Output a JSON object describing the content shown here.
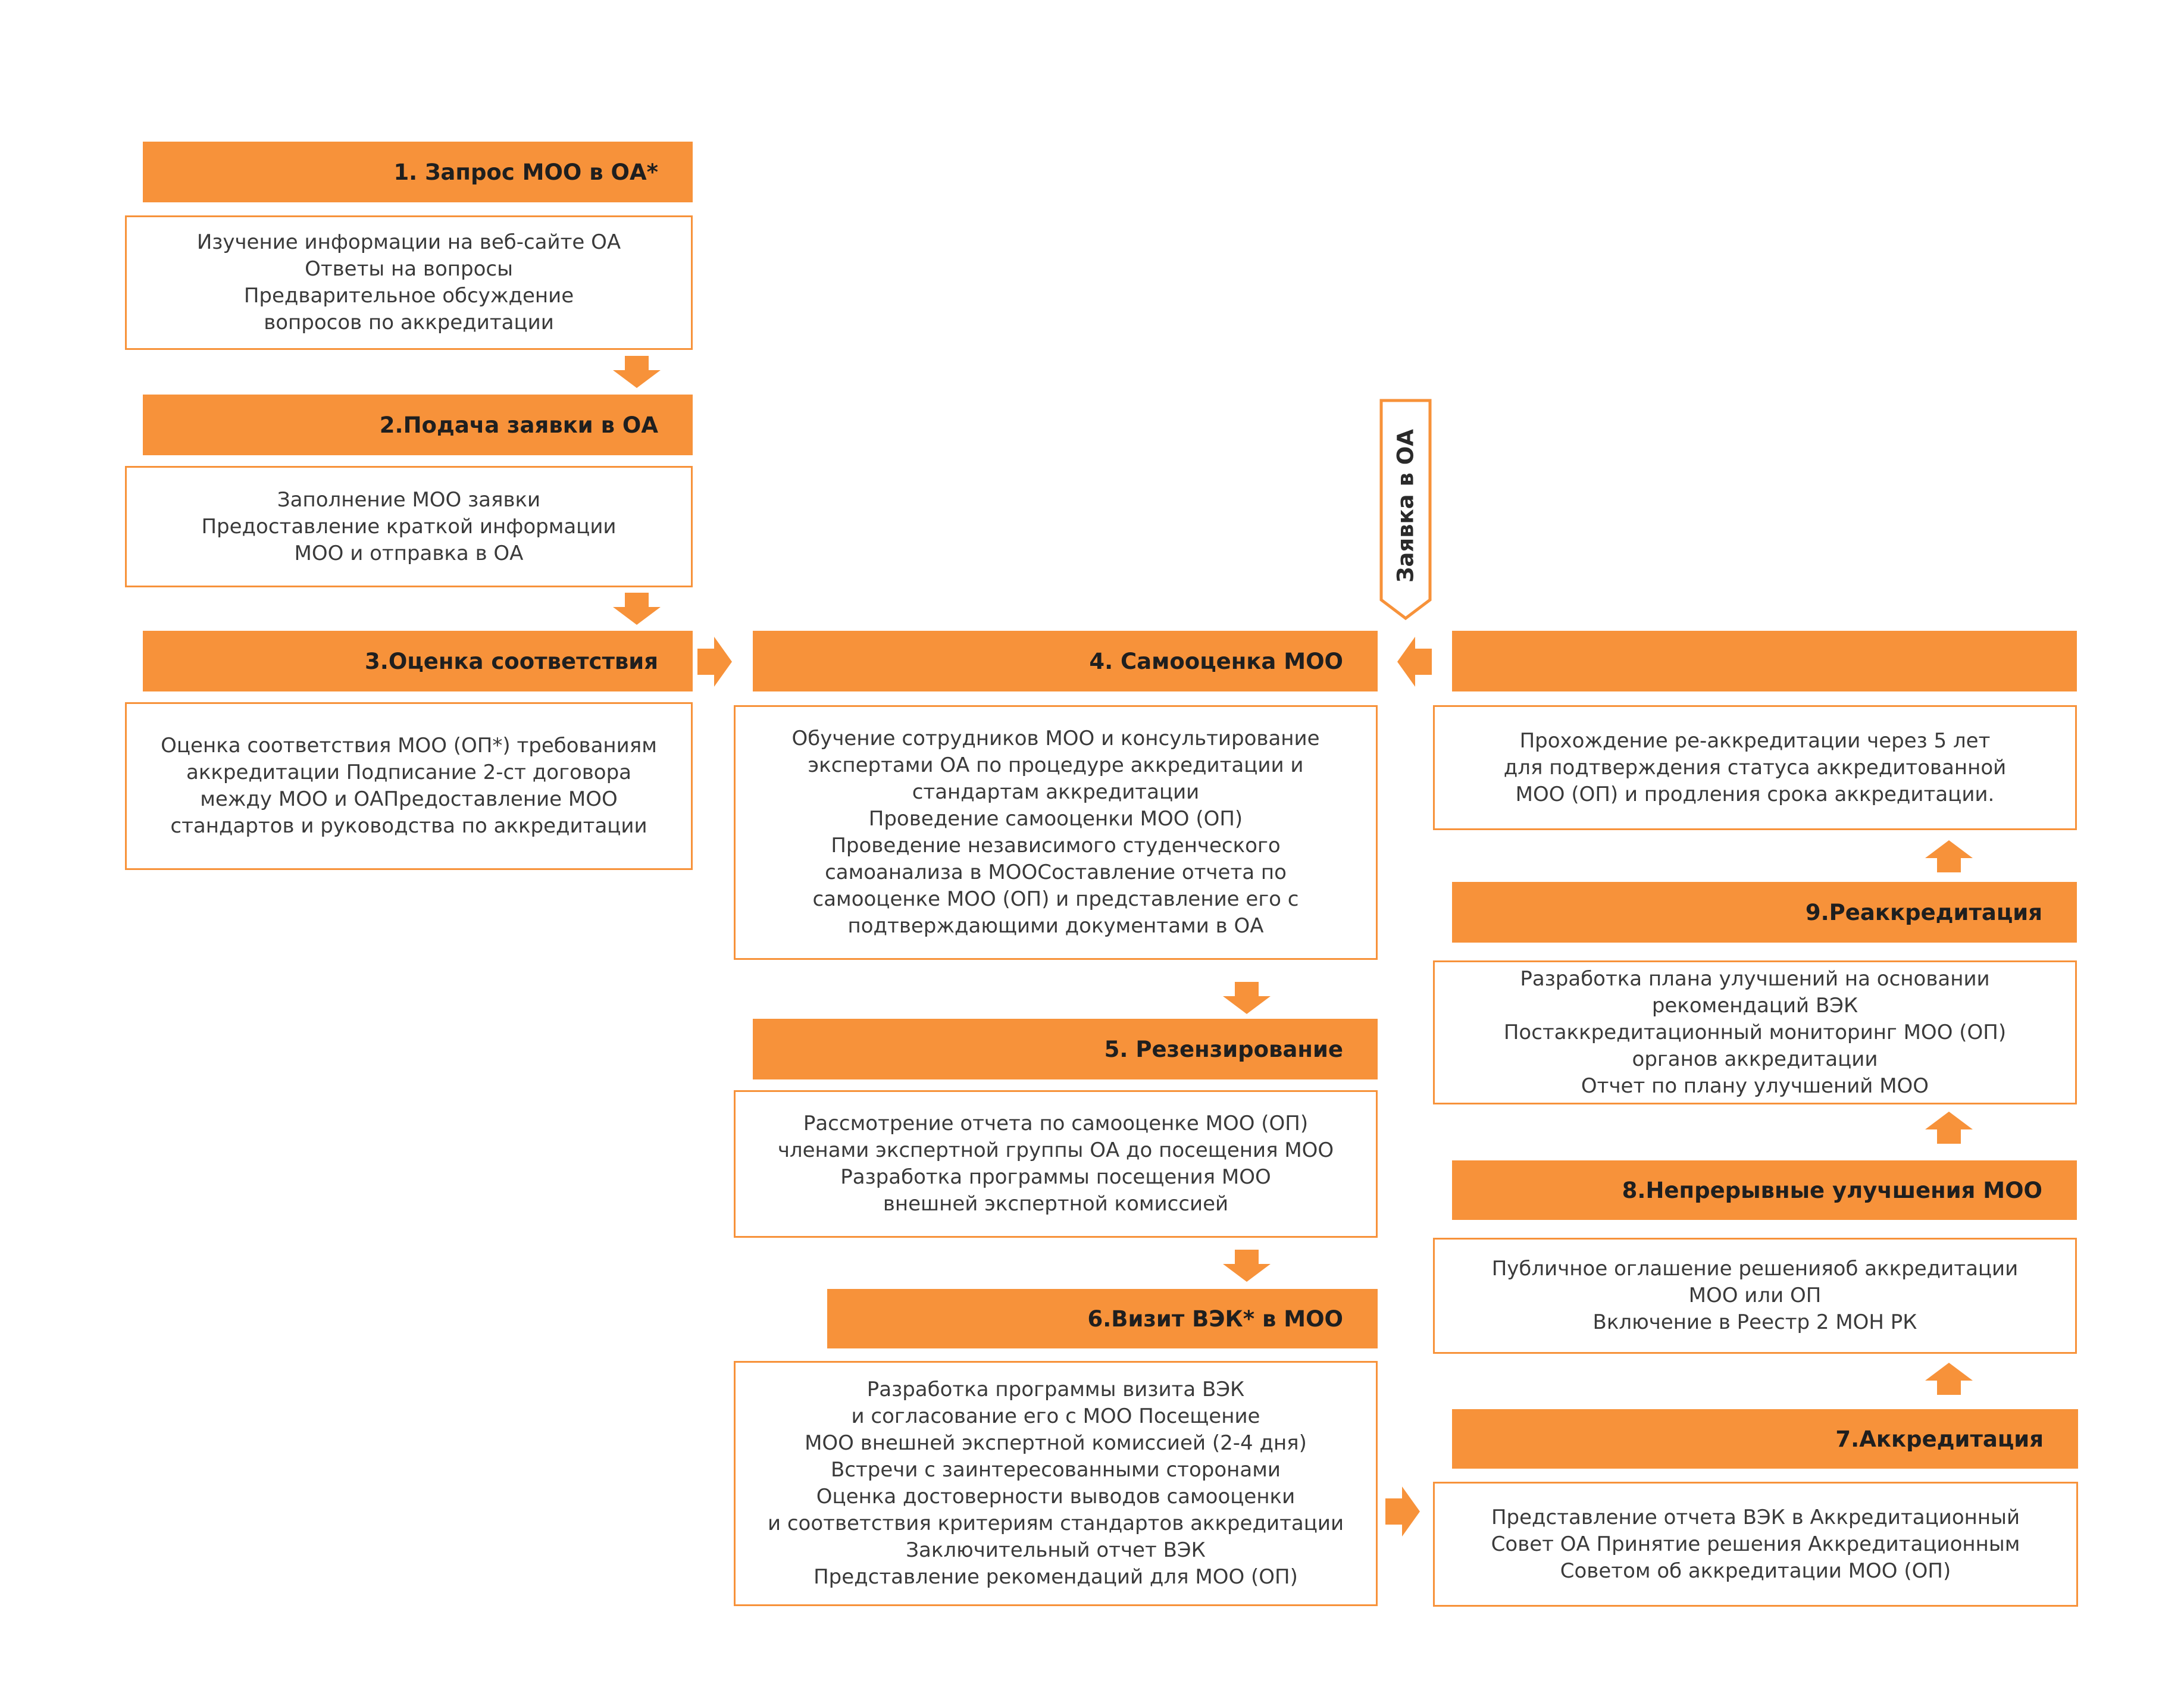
{
  "stages": [
    {
      "id": "s1",
      "title": "1. Запрос  МОО в ОА*",
      "lines": [
        "Изучение информации на веб-сайте ОА",
        "Ответы на вопросы",
        "Предварительное обсуждение",
        "вопросов по аккредитации"
      ]
    },
    {
      "id": "s2",
      "title": "2.Подача заявки в ОА",
      "lines": [
        "Заполнение МОО  заявки",
        "Предоставление  краткой информации",
        "МОО и отправка в ОА"
      ]
    },
    {
      "id": "s3",
      "title": "3.Оценка соответствия",
      "lines": [
        "Оценка соответствия МОО (ОП*) требованиям",
        "аккредитации Подписание 2-ст договора",
        "между МОО и ОАПредоставление МОО",
        "стандартов  и руководства по аккредитации"
      ]
    },
    {
      "id": "s4",
      "title": "4. Самооценка МОО",
      "lines": [
        "Обучение сотрудников МОО и консультирование",
        "экспертами ОА по процедуре аккредитации и",
        "стандартам аккредитации",
        "Проведение самооценки  МОО (ОП)",
        "Проведение независимого студенческого",
        "самоанализа в МООСоставление  отчета по",
        "самооценке  МОО (ОП)  и представление его с",
        "подтверждающими документами  в  ОА"
      ]
    },
    {
      "id": "s5",
      "title": "5. Резензирование",
      "lines": [
        "Рассмотрение отчета по самооценке  МОО (ОП)",
        "членами экспертной группы ОА до посещения МОО",
        "Разработка программы посещения МОО",
        "внешней экспертной комиссией"
      ]
    },
    {
      "id": "s6",
      "title": "6.Визит ВЭК* в МОО",
      "lines": [
        "Разработка программы  визита ВЭК",
        "и согласование его с МОО Посещение",
        "МОО  внешней экспертной комиссией (2-4 дня)",
        "Встречи с заинтересованными сторонами",
        "Оценка   достоверности выводов самооценки",
        "и соответствия критериям стандартов аккредитации",
        "Заключительный отчет ВЭК",
        "Представление рекомендаций  для МОО (ОП)"
      ]
    },
    {
      "id": "s7",
      "title": "7.Аккредитация",
      "lines": [
        "Представление отчета ВЭК в Аккредитационный",
        "Совет ОА Принятие решения Аккредитационным",
        "Советом об аккредитации МОО (ОП)"
      ]
    },
    {
      "id": "s8",
      "title": "8.Непрерывные улучшения МОО",
      "lines": [
        "Публичное оглашение решенияоб аккредитации",
        "МОО или ОП",
        "Включение в Реестр 2 МОН РК"
      ]
    },
    {
      "id": "s9",
      "title": "9.Реаккредитация",
      "lines": [
        "Разработка плана улучшений на основании",
        "рекомендаций ВЭК",
        "Постаккредитационный мониторинг МОО (ОП)",
        "органов аккредитации",
        "Отчет по плану улучшений  МОО"
      ]
    },
    {
      "id": "s10",
      "title": "",
      "lines": [
        "Прохождение ре-аккредитации через 5 лет",
        "для подтверждения статуса аккредитованной",
        "МОО (ОП) и продления срока аккредитации."
      ]
    }
  ],
  "side_label": "Заявка в ОА",
  "colors": {
    "accent": "#F7923A",
    "text": "#3a3a3a"
  }
}
